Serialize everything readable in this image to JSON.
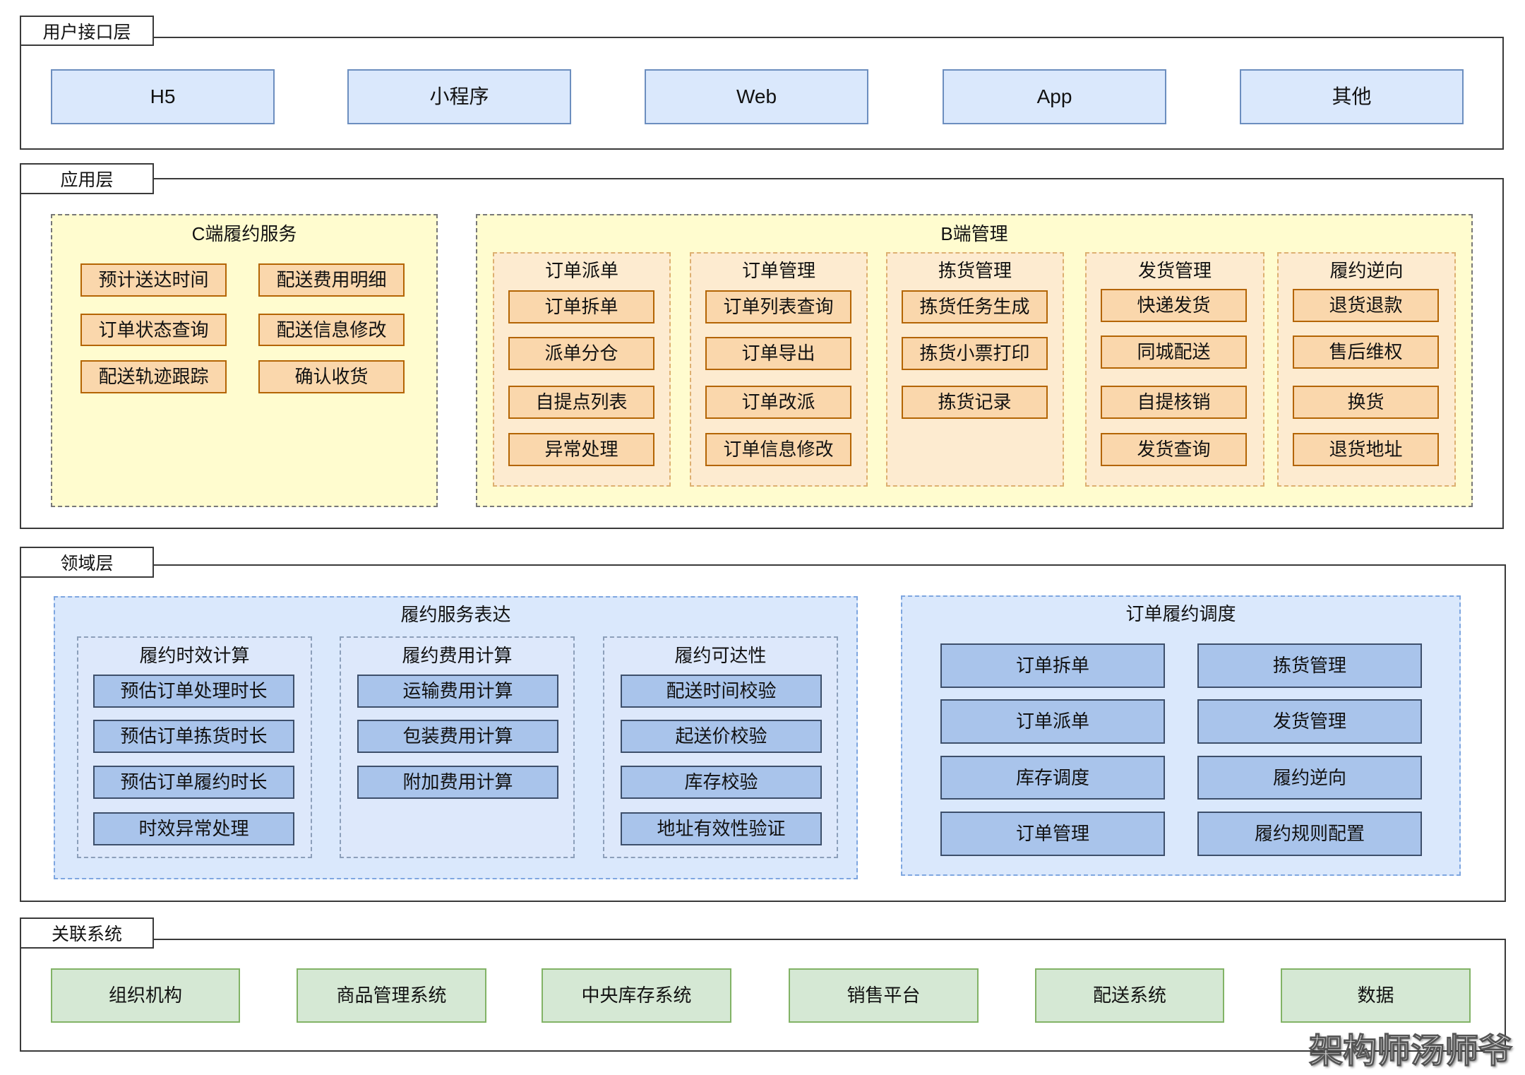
{
  "layers": {
    "user_interface": {
      "label": "用户接口层",
      "items": [
        "H5",
        "小程序",
        "Web",
        "App",
        "其他"
      ]
    },
    "application": {
      "label": "应用层",
      "c_side": {
        "title": "C端履约服务",
        "items": [
          "预计送达时间",
          "配送费用明细",
          "订单状态查询",
          "配送信息修改",
          "配送轨迹跟踪",
          "确认收货"
        ]
      },
      "b_side": {
        "title": "B端管理",
        "groups": [
          {
            "title": "订单派单",
            "items": [
              "订单拆单",
              "派单分仓",
              "自提点列表",
              "异常处理"
            ]
          },
          {
            "title": "订单管理",
            "items": [
              "订单列表查询",
              "订单导出",
              "订单改派",
              "订单信息修改"
            ]
          },
          {
            "title": "拣货管理",
            "items": [
              "拣货任务生成",
              "拣货小票打印",
              "拣货记录"
            ]
          },
          {
            "title": "发货管理",
            "items": [
              "快递发货",
              "同城配送",
              "自提核销",
              "发货查询"
            ]
          },
          {
            "title": "履约逆向",
            "items": [
              "退货退款",
              "售后维权",
              "换货",
              "退货地址"
            ]
          }
        ]
      }
    },
    "domain": {
      "label": "领域层",
      "fulfillment_expression": {
        "title": "履约服务表达",
        "groups": [
          {
            "title": "履约时效计算",
            "items": [
              "预估订单处理时长",
              "预估订单拣货时长",
              "预估订单履约时长",
              "时效异常处理"
            ]
          },
          {
            "title": "履约费用计算",
            "items": [
              "运输费用计算",
              "包装费用计算",
              "附加费用计算"
            ]
          },
          {
            "title": "履约可达性",
            "items": [
              "配送时间校验",
              "起送价校验",
              "库存校验",
              "地址有效性验证"
            ]
          }
        ]
      },
      "order_scheduling": {
        "title": "订单履约调度",
        "items": [
          "订单拆单",
          "拣货管理",
          "订单派单",
          "发货管理",
          "库存调度",
          "履约逆向",
          "订单管理",
          "履约规则配置"
        ]
      }
    },
    "related_systems": {
      "label": "关联系统",
      "items": [
        "组织机构",
        "商品管理系统",
        "中央库存系统",
        "销售平台",
        "配送系统",
        "数据"
      ]
    }
  },
  "watermark": "架构师汤师爷",
  "colors": {
    "interface_fill": "#dae8fc",
    "interface_border": "#6c8ebf",
    "application_area_fill": "#fffccf",
    "application_group_fill": "#fdebd0",
    "application_node_fill": "#fad7ac",
    "application_node_border": "#b46504",
    "domain_area_fill": "#dae8fc",
    "domain_node_fill": "#a9c4eb",
    "domain_node_border": "#3d4f6b",
    "system_fill": "#d5e8d4",
    "system_border": "#82b366"
  }
}
